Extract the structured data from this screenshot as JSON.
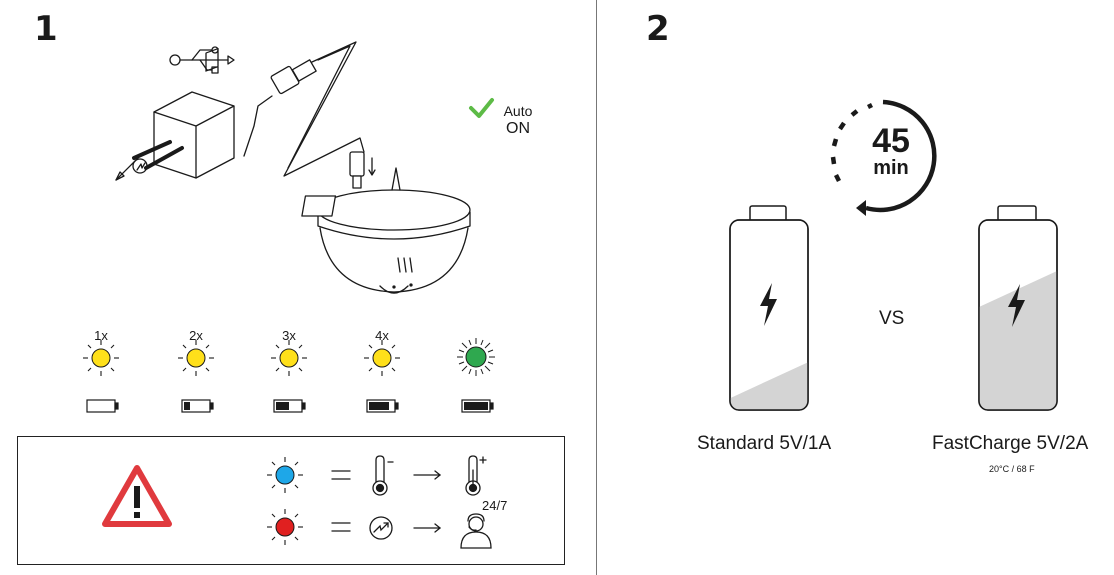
{
  "step1": {
    "number": "1",
    "auto_label": "Auto",
    "on_label": "ON",
    "flash_labels": [
      "1x",
      "2x",
      "3x",
      "4x"
    ],
    "colors": {
      "led_yellow": "#FFE01A",
      "led_green": "#2FA84F",
      "led_blue": "#1EA7E8",
      "led_red": "#E02020",
      "check_green": "#5DBB46",
      "warning_red": "#E03A3E"
    },
    "warning": {
      "support_label": "24/7"
    }
  },
  "step2": {
    "number": "2",
    "timer": {
      "value": "45",
      "unit": "min"
    },
    "vs_label": "VS",
    "standard_label": "Standard 5V/1A",
    "fast_label": "FastCharge 5V/2A",
    "temp_note": "20°C / 68 F",
    "standard_charge_fraction": 0.22,
    "fast_charge_fraction": 0.7
  }
}
